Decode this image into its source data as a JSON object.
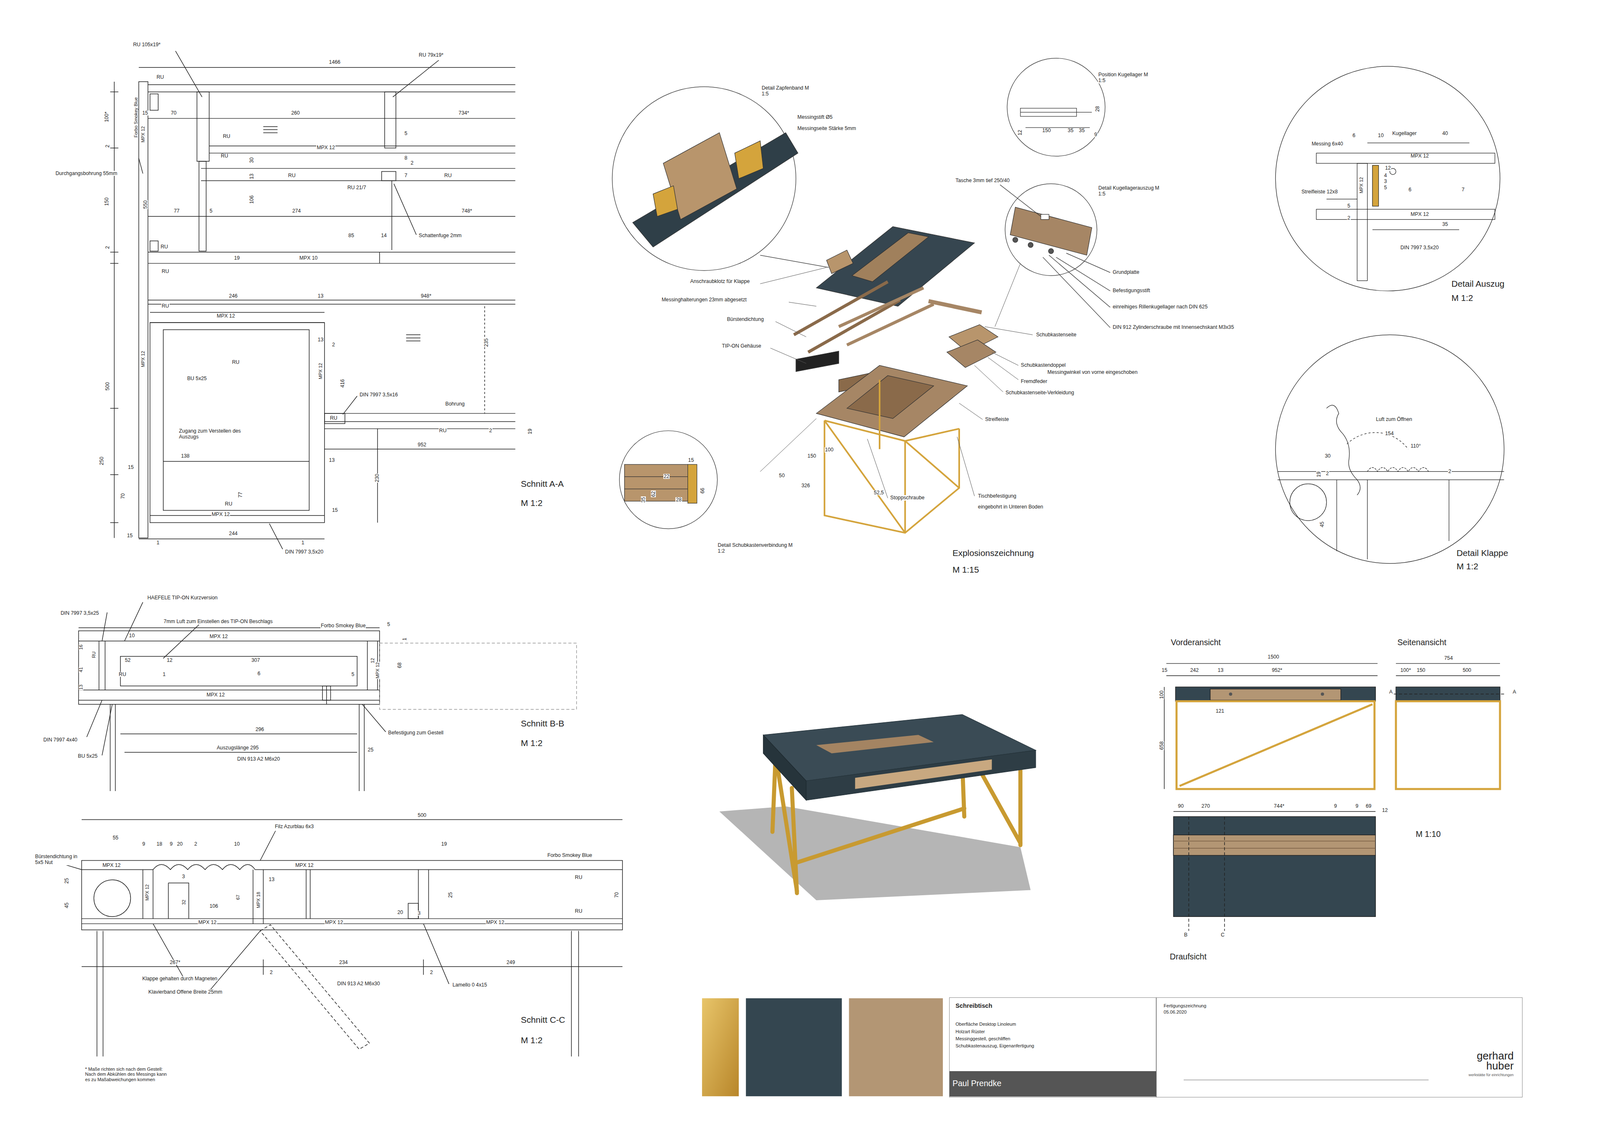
{
  "diagram": {
    "nodes": [
      {
        "text": [
          "Schreibtisch",
          "Oberfläche Desktop Linoleum",
          "Holzart Rüster",
          "Messinggestell, geschliffen",
          "Schubkastenauszug, Eigenanfertigung"
        ]
      },
      {
        "text": [
          "Paul Prendke"
        ],
        "in": 0
      },
      {
        "text": [
          "Fertigungszeichnung",
          "05.06.2020"
        ]
      },
      {
        "text": [
          "gerhard",
          "huber",
          "werkstätte für einrichtungen"
        ],
        "in": 2
      }
    ],
    "labels": [
      "RU 105x19*",
      "1466",
      "RU 79x19*",
      "RU",
      "Forbo Smokey Blue",
      "100*",
      "15",
      "MPX 12",
      "70",
      "260",
      "734*",
      "RU",
      "MPX 12",
      "5",
      "2",
      "Durchgangsbohrung 55mm",
      "RU",
      "30",
      "8",
      "2",
      "13",
      "RU",
      "7",
      "RU",
      "RU 21/7",
      "150",
      "550",
      "106",
      "77",
      "5",
      "274",
      "748*",
      "Schattenfuge 2mm",
      "85",
      "14",
      "RU",
      "2",
      "19",
      "MPX 10",
      "RU",
      "RU",
      "246",
      "13",
      "948*",
      "MPX 12",
      "13",
      "2",
      "MPX 12",
      "RU",
      "MPX 12",
      "235",
      "BU 5x25",
      "500",
      "416",
      "DIN 7997 3,5x16",
      "Bohrung",
      "RU",
      "RU",
      "2",
      "19",
      "Zugang zum Verstellen des Auszugs",
      "952",
      "250",
      "138",
      "15",
      "13",
      "230",
      "77",
      "70",
      "RU",
      "MPX 12",
      "15",
      "15",
      "1",
      "244",
      "1",
      "DIN 7997 3,5x20",
      "Schnitt A-A",
      "M 1:2",
      "Detail Zapfenband M 1:5",
      "Messingstift Ø5",
      "Messingseite Stärke 5mm",
      "Anschraubklotz für Klappe",
      "Messinghalterungen 23mm abgesetzt",
      "Bürstendichtung",
      "TIP-ON Gehäuse",
      "Schubkastenseite",
      "Schubkastendoppel",
      "Messingwinkel von vorne eingeschoben",
      "Fremdfeder",
      "Schubkastenseite-Verkleidung",
      "Streifleiste",
      "100",
      "150",
      "50",
      "326",
      "52,5",
      "Stoppschraube",
      "Tischbefestigung",
      "eingebohrt in Unteren Boden",
      "15",
      "22",
      "35",
      "62",
      "66",
      "28",
      "Detail Schubkastenverbindung M 1:2",
      "Explosionszeichnung",
      "M 1:15",
      "Position Kugellager M 1:5",
      "28",
      "12",
      "150",
      "35",
      "35",
      "9",
      "Tasche 3mm tief 250/40",
      "Detail Kugellagerauszug M 1:5",
      "Grundplatte",
      "Befestigungsstift",
      "einreihiges Rillenkugellager nach DIN 625",
      "DIN 912 Zylinderschraube mit Innensechskant M3x35",
      "6",
      "10",
      "Kugellager",
      "40",
      "Messing 6x40",
      "MPX 12",
      "12",
      "4",
      "3",
      "5",
      "MPX 12",
      "6",
      "7",
      "Streifleiste 12x8",
      "5",
      "2",
      "MPX 12",
      "35",
      "DIN 7997 3,5x20",
      "Detail Auszug",
      "M 1:2",
      "Luft zum Öffnen",
      "154",
      "110°",
      "30",
      "19",
      "2",
      "2",
      "45",
      "Detail Klappe",
      "M 1:2",
      "HAEFELE TIP-ON Kurzversion",
      "DIN 7997 3,5x25",
      "7mm Luft zum Einstellen des TIP-ON Beschlags",
      "Forbo Smokey Blue",
      "5",
      "10",
      "MPX 12",
      "1",
      "16",
      "RU",
      "52",
      "12",
      "307",
      "12",
      "MPX 12",
      "68",
      "41",
      "RU",
      "1",
      "6",
      "5",
      "13",
      "MPX 12",
      "296",
      "Befestigung zum Gestell",
      "DIN 7997 4x40",
      "Auszugslänge 295",
      "25",
      "BU 5x25",
      "DIN 913 A2 M6x20",
      "Schnitt B-B",
      "M 1:2",
      "500",
      "Filz Azurblau 6x3",
      "55",
      "9",
      "18",
      "9",
      "20",
      "2",
      "10",
      "19",
      "Bürstendichtung in 5x5 Nut",
      "Forbo Smokey Blue",
      "MPX 12",
      "MPX 12",
      "RU",
      "25",
      "13",
      "3",
      "MPX 12",
      "32",
      "67",
      "MPX 18",
      "25",
      "70",
      "45",
      "106",
      "RU",
      "20",
      "3",
      "MPX 12",
      "MPX 12",
      "MPX 12",
      "267*",
      "234",
      "249",
      "2",
      "2",
      "Klappe gehalten durch Magneten",
      "DIN 913 A2 M6x30",
      "Lamello 0 4x15",
      "Klavierband Offene Breite 25mm",
      "Schnitt C-C",
      "M 1:2",
      "* Maße richten sich nach dem Gestell: Nach dem Abkühlen des Messings kann es zu Maßabweichungen kommen",
      "Vorderansicht",
      "Seitenansicht",
      "1500",
      "754",
      "15",
      "242",
      "13",
      "952*",
      "100*",
      "150",
      "500",
      "A",
      "A",
      "100",
      "121",
      "658",
      "90",
      "270",
      "744*",
      "9",
      "9",
      "69",
      "12",
      "M 1:10",
      "B",
      "C",
      "Draufsicht"
    ]
  }
}
